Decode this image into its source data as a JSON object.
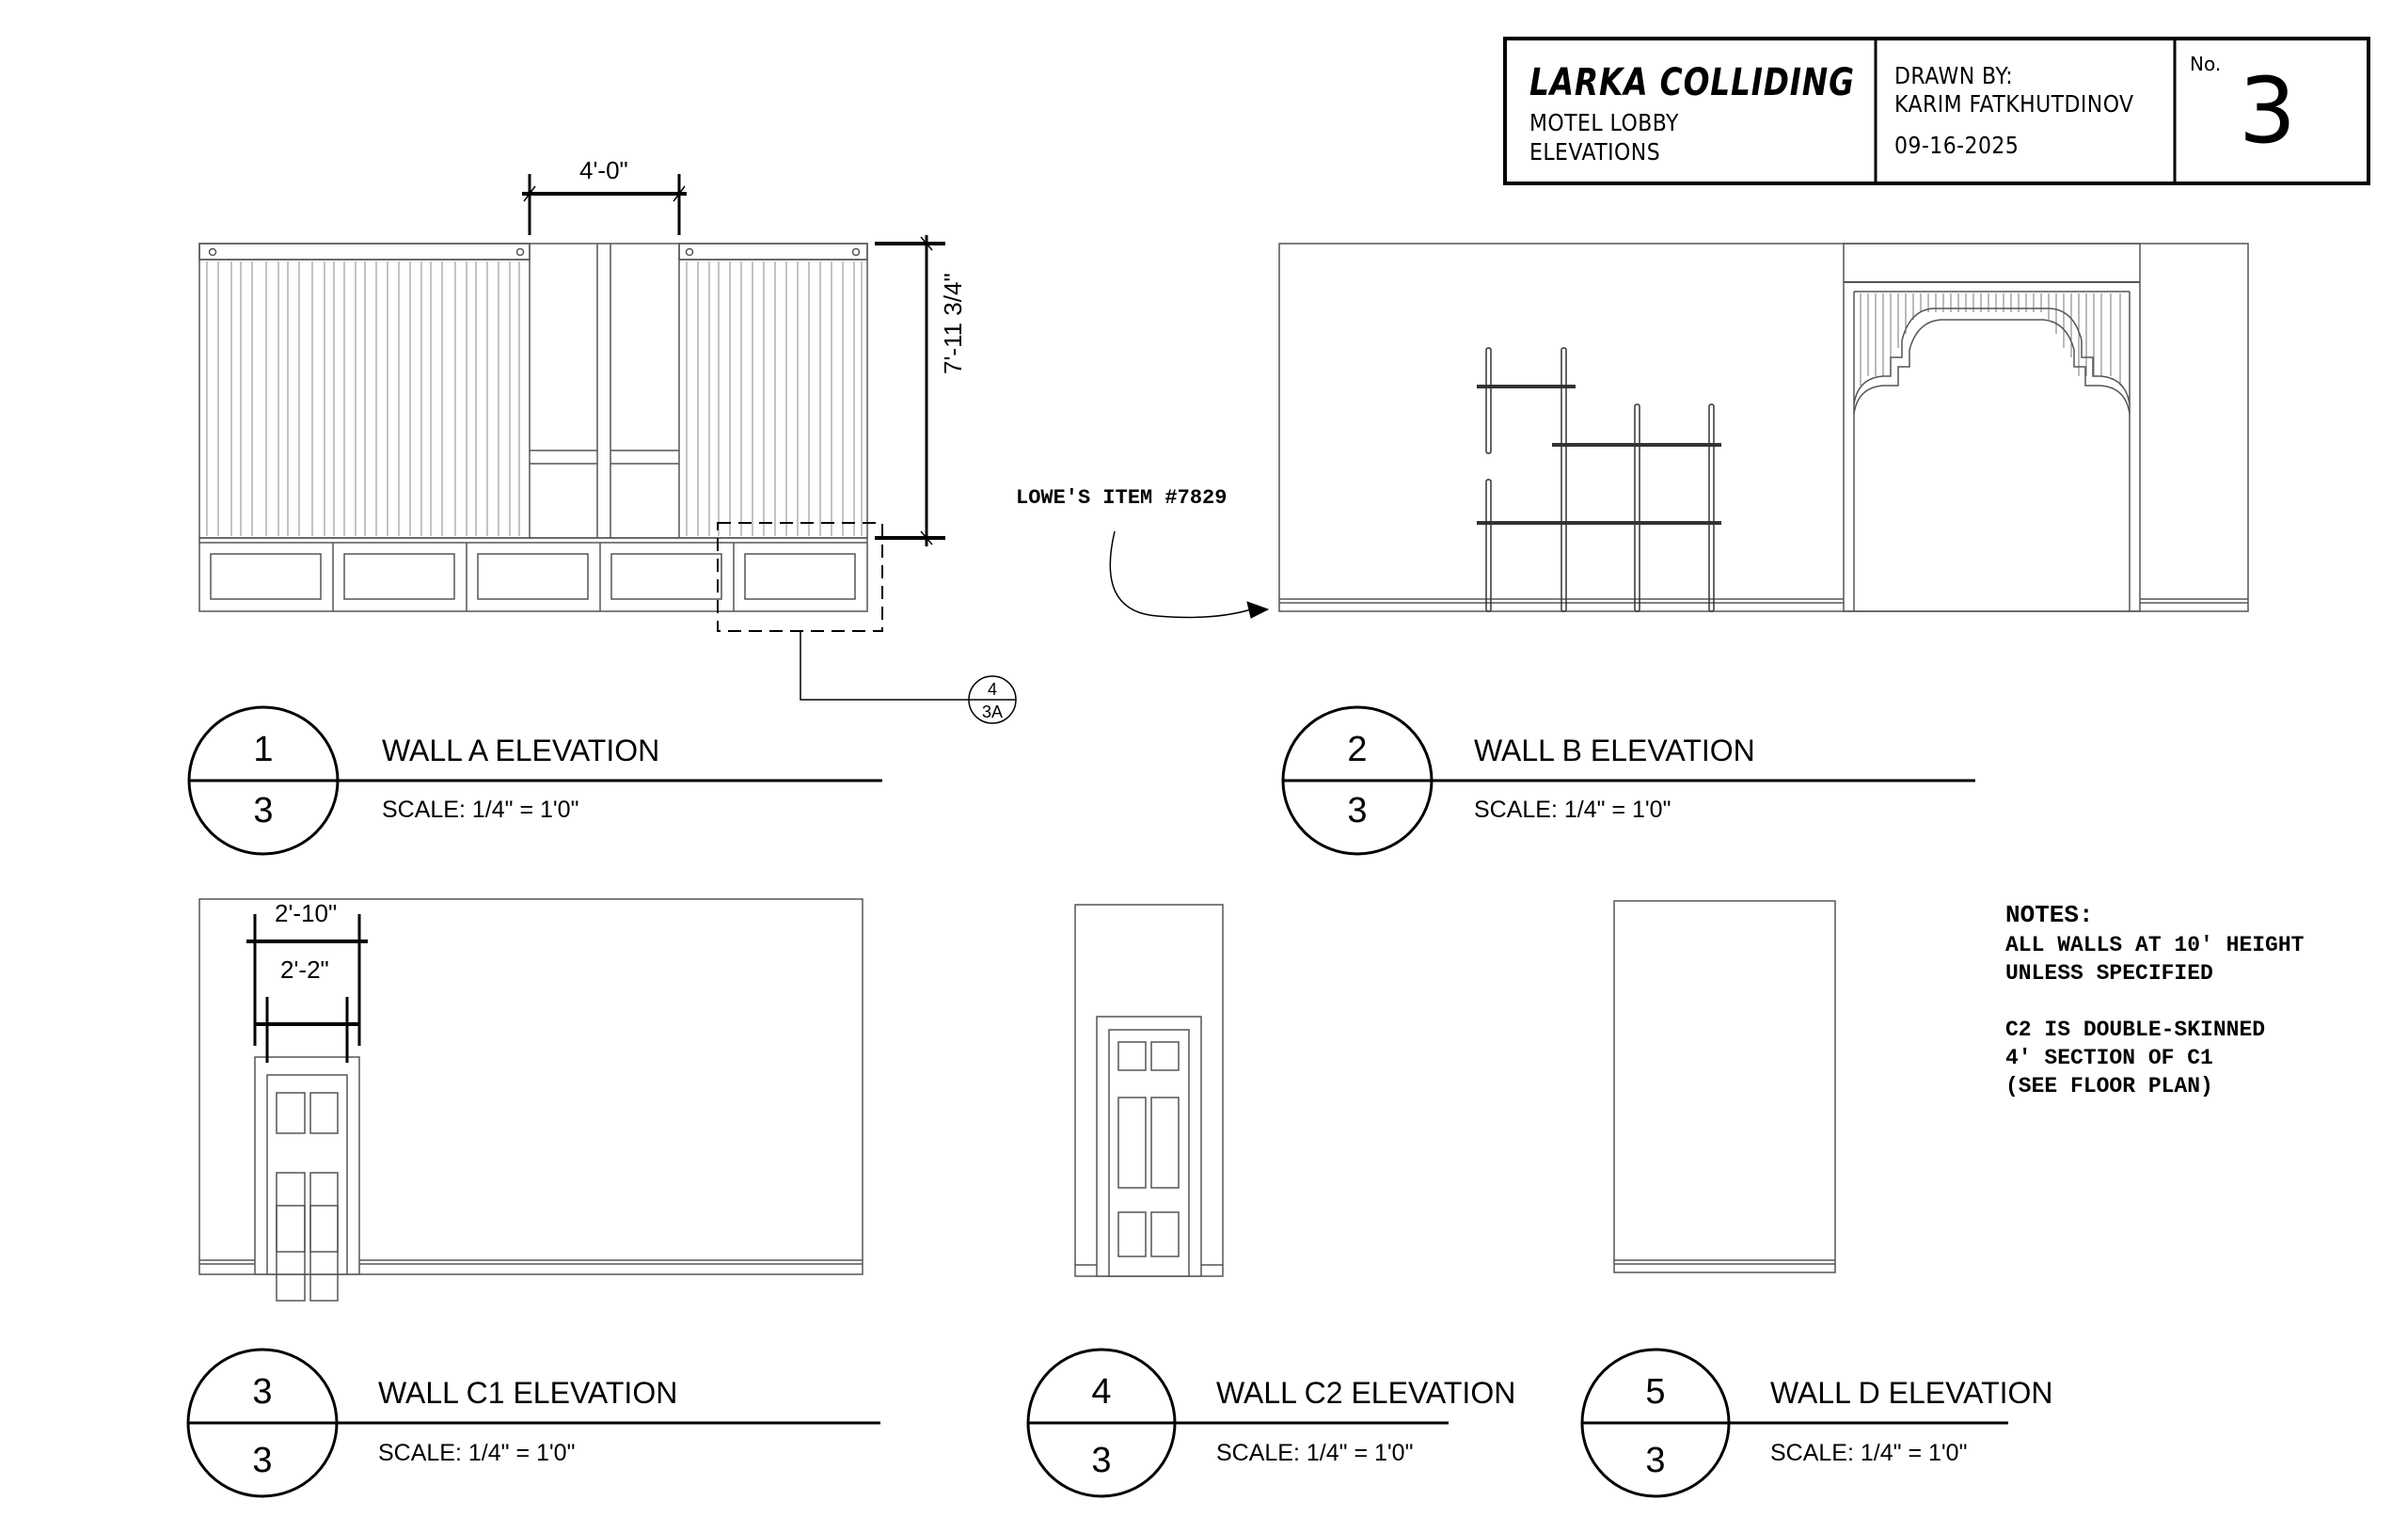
{
  "title_block": {
    "project": "LARKA COLLIDING",
    "subtitle_line1": "MOTEL LOBBY",
    "subtitle_line2": "ELEVATIONS",
    "drawn_by_label": "DRAWN BY:",
    "drawn_by_name": "KARIM FATKHUTDINOV",
    "date": "09-16-2025",
    "sheet_no_label": "No.",
    "sheet_no": "3"
  },
  "elevations": [
    {
      "number": "1",
      "sheet": "3",
      "title": "WALL A ELEVATION",
      "scale": "SCALE: 1/4\" = 1'0\""
    },
    {
      "number": "2",
      "sheet": "3",
      "title": "WALL B ELEVATION",
      "scale": "SCALE: 1/4\" = 1'0\""
    },
    {
      "number": "3",
      "sheet": "3",
      "title": "WALL C1 ELEVATION",
      "scale": "SCALE: 1/4\" = 1'0\""
    },
    {
      "number": "4",
      "sheet": "3",
      "title": "WALL C2 ELEVATION",
      "scale": "SCALE: 1/4\" = 1'0\""
    },
    {
      "number": "5",
      "sheet": "3",
      "title": "WALL D ELEVATION",
      "scale": "SCALE: 1/4\" = 1'0\""
    }
  ],
  "dimensions": {
    "wall_a_opening": "4'-0\"",
    "wall_a_height": "7'-11 3/4\"",
    "wall_c1_door_outer": "2'-10\"",
    "wall_c1_door_inner": "2'-2\""
  },
  "detail_callout": {
    "number": "4",
    "sheet": "3A"
  },
  "annotations": {
    "lowes_item": "LOWE'S ITEM #7829"
  },
  "notes": {
    "heading": "NOTES:",
    "line1": "ALL WALLS AT 10' HEIGHT",
    "line2": "UNLESS SPECIFIED",
    "line3": "C2 IS DOUBLE-SKINNED",
    "line4": "4' SECTION OF C1",
    "line5": "(SEE FLOOR PLAN)"
  }
}
